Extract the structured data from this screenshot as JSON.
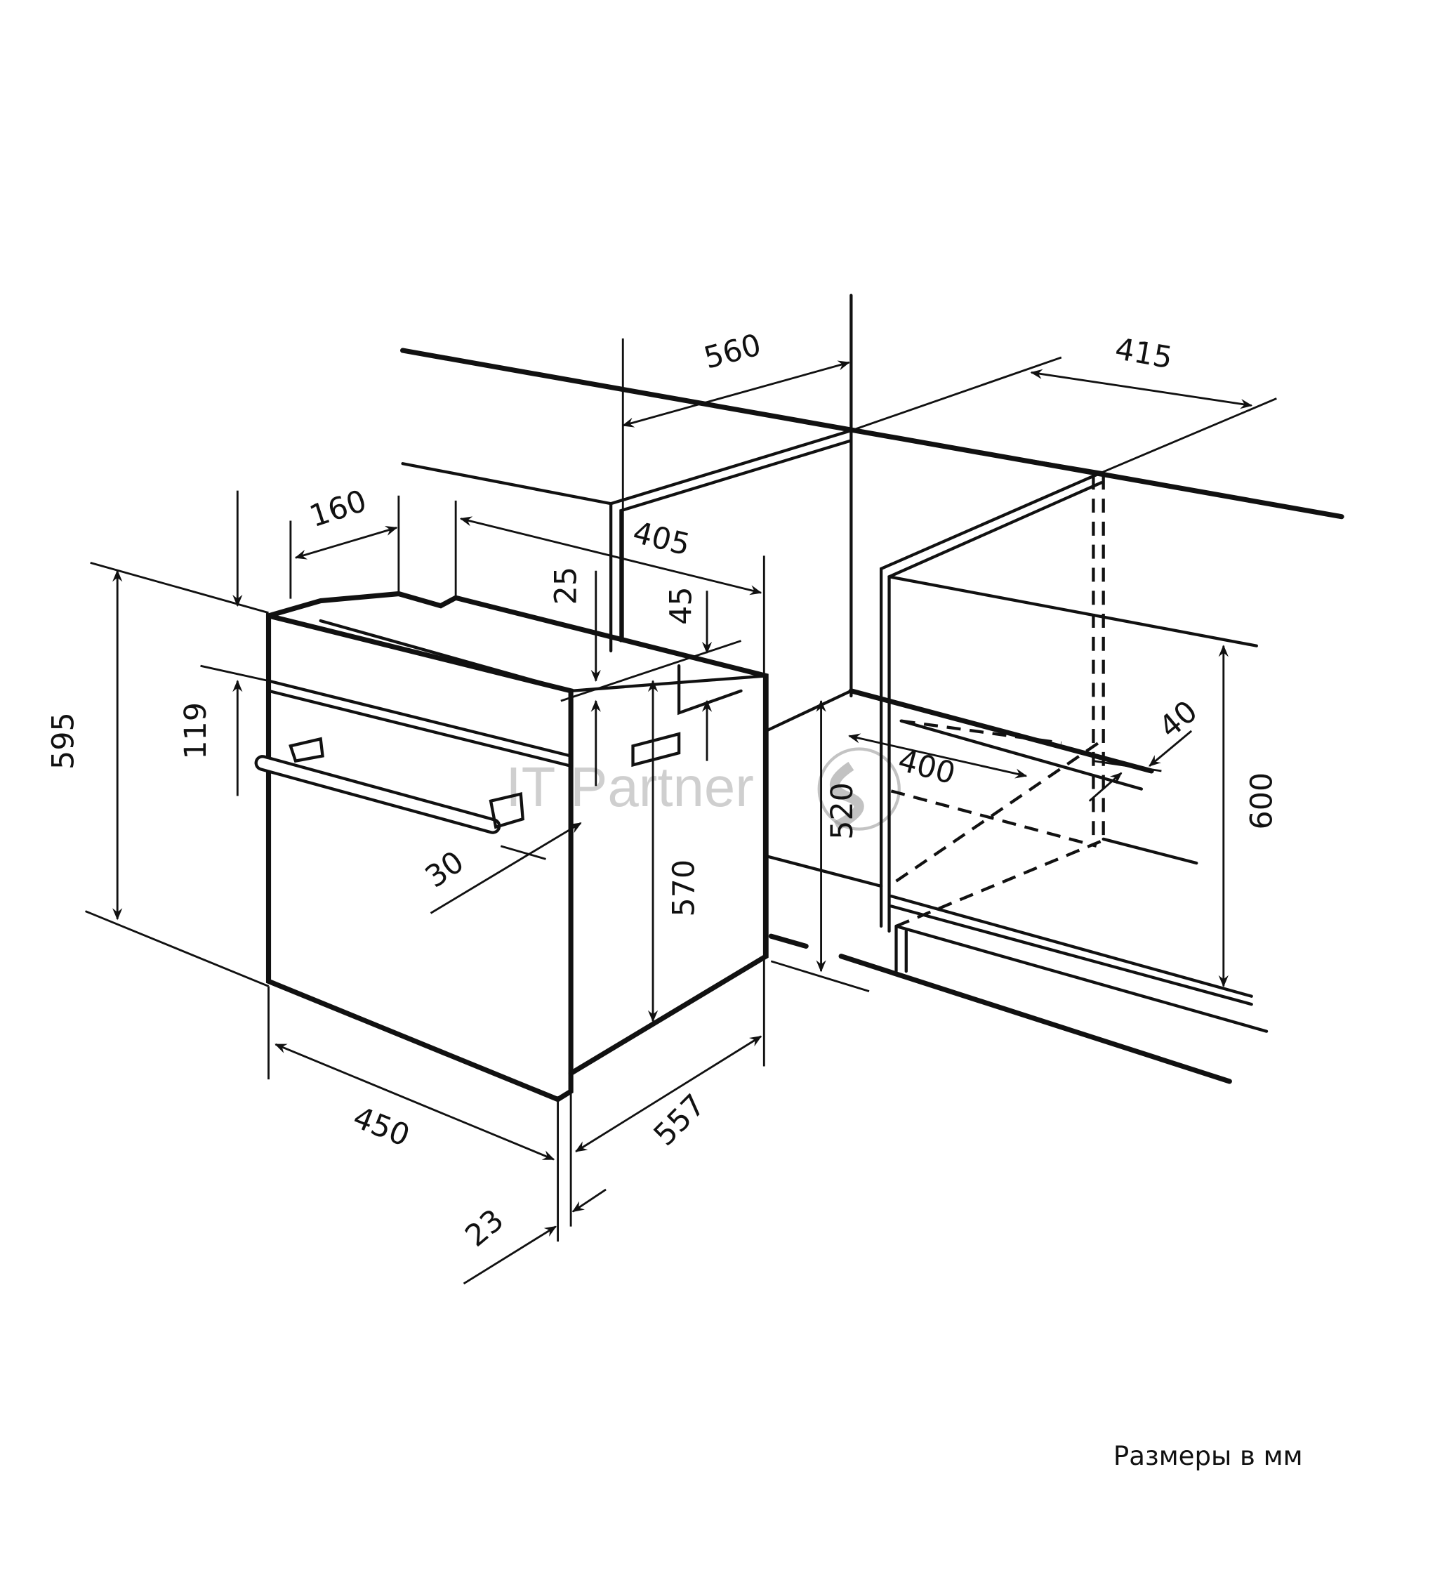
{
  "dimensions": {
    "d560": "560",
    "d415": "415",
    "d160": "160",
    "d405": "405",
    "d25": "25",
    "d45": "45",
    "d119": "119",
    "d595": "595",
    "d570": "570",
    "d520": "520",
    "d400": "400",
    "d40": "40",
    "d600": "600",
    "d30": "30",
    "d450": "450",
    "d557": "557",
    "d23": "23"
  },
  "note": "Размеры в мм",
  "watermark": "IT Partner"
}
